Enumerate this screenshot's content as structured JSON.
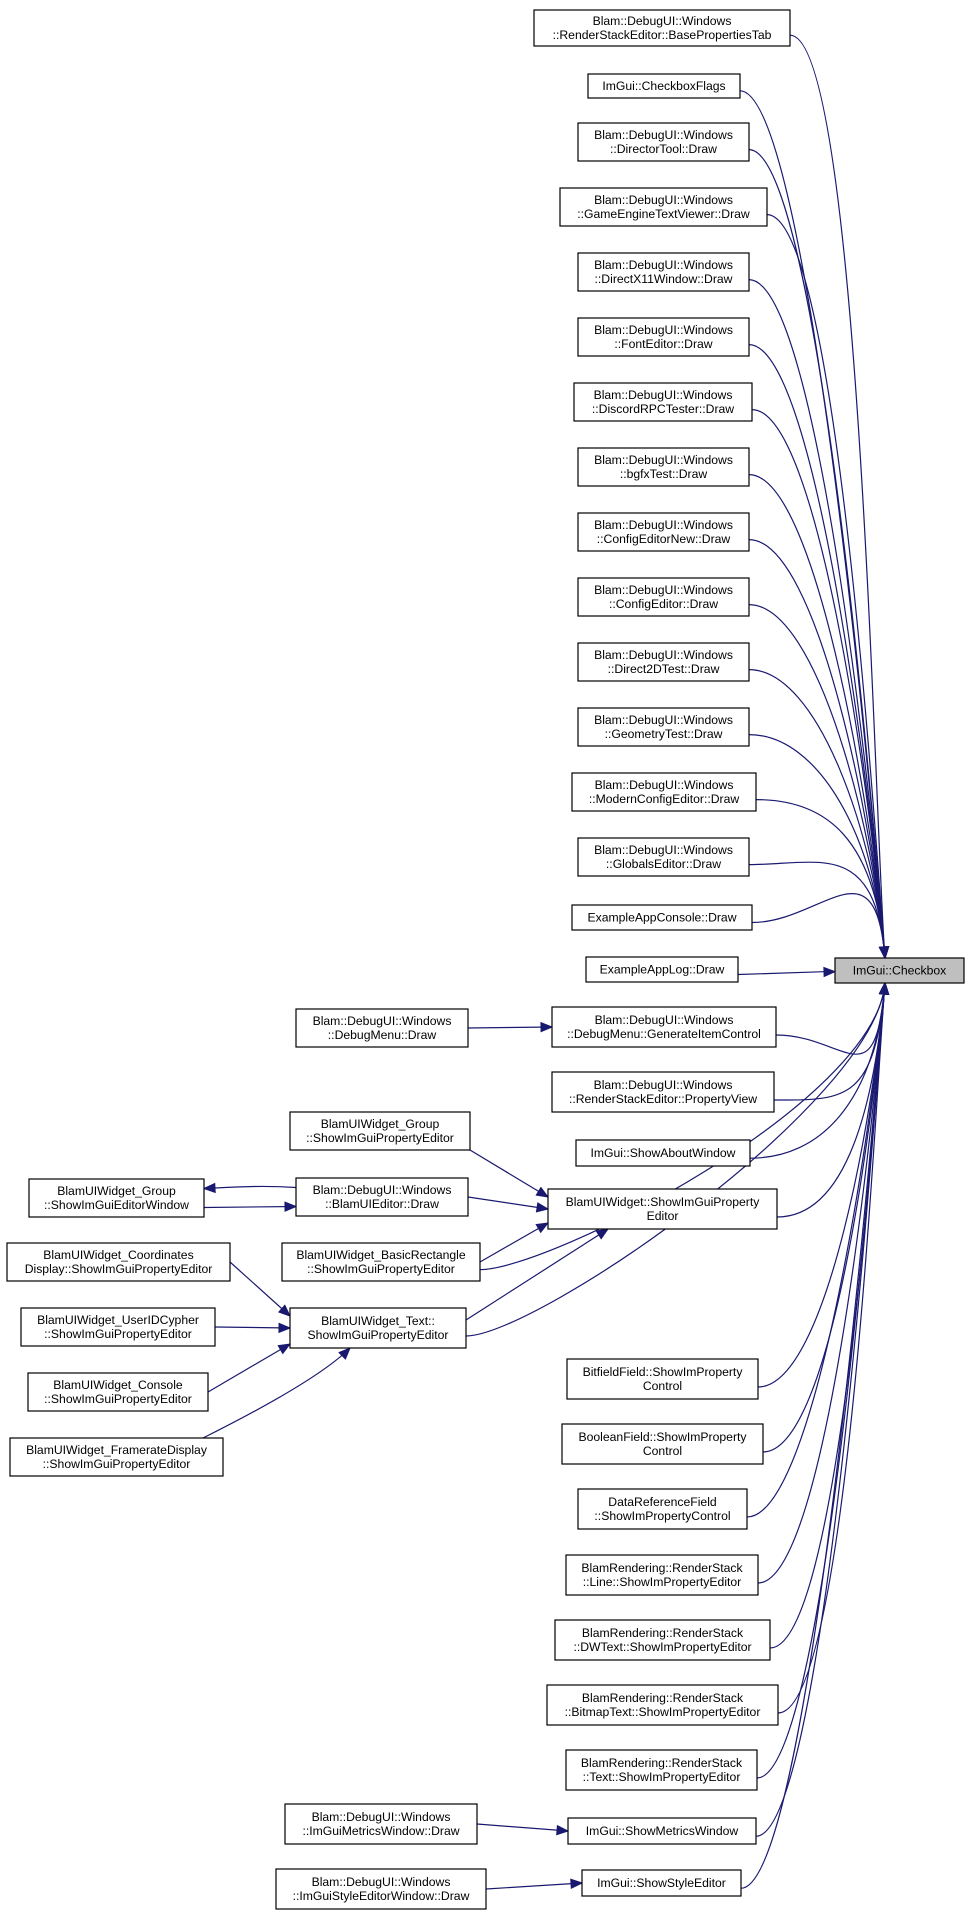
{
  "graph": {
    "target": {
      "id": "cb",
      "lines": [
        "ImGui::Checkbox"
      ]
    },
    "nodes": [
      {
        "id": "n1",
        "lines": [
          "Blam::DebugUI::Windows",
          "::RenderStackEditor::BasePropertiesTab"
        ]
      },
      {
        "id": "n2",
        "lines": [
          "ImGui::CheckboxFlags"
        ]
      },
      {
        "id": "n3",
        "lines": [
          "Blam::DebugUI::Windows",
          "::DirectorTool::Draw"
        ]
      },
      {
        "id": "n4",
        "lines": [
          "Blam::DebugUI::Windows",
          "::GameEngineTextViewer::Draw"
        ]
      },
      {
        "id": "n5",
        "lines": [
          "Blam::DebugUI::Windows",
          "::DirectX11Window::Draw"
        ]
      },
      {
        "id": "n6",
        "lines": [
          "Blam::DebugUI::Windows",
          "::FontEditor::Draw"
        ]
      },
      {
        "id": "n7",
        "lines": [
          "Blam::DebugUI::Windows",
          "::DiscordRPCTester::Draw"
        ]
      },
      {
        "id": "n8",
        "lines": [
          "Blam::DebugUI::Windows",
          "::bgfxTest::Draw"
        ]
      },
      {
        "id": "n9",
        "lines": [
          "Blam::DebugUI::Windows",
          "::ConfigEditorNew::Draw"
        ]
      },
      {
        "id": "n10",
        "lines": [
          "Blam::DebugUI::Windows",
          "::ConfigEditor::Draw"
        ]
      },
      {
        "id": "n11",
        "lines": [
          "Blam::DebugUI::Windows",
          "::Direct2DTest::Draw"
        ]
      },
      {
        "id": "n12",
        "lines": [
          "Blam::DebugUI::Windows",
          "::GeometryTest::Draw"
        ]
      },
      {
        "id": "n13",
        "lines": [
          "Blam::DebugUI::Windows",
          "::ModernConfigEditor::Draw"
        ]
      },
      {
        "id": "n14",
        "lines": [
          "Blam::DebugUI::Windows",
          "::GlobalsEditor::Draw"
        ]
      },
      {
        "id": "n15",
        "lines": [
          "ExampleAppConsole::Draw"
        ]
      },
      {
        "id": "n16",
        "lines": [
          "ExampleAppLog::Draw"
        ]
      },
      {
        "id": "n17",
        "lines": [
          "Blam::DebugUI::Windows",
          "::DebugMenu::GenerateItemControl"
        ]
      },
      {
        "id": "n18",
        "lines": [
          "Blam::DebugUI::Windows",
          "::DebugMenu::Draw"
        ]
      },
      {
        "id": "n19",
        "lines": [
          "Blam::DebugUI::Windows",
          "::RenderStackEditor::PropertyView"
        ]
      },
      {
        "id": "n20",
        "lines": [
          "ImGui::ShowAboutWindow"
        ]
      },
      {
        "id": "n21",
        "lines": [
          "BlamUIWidget_Group",
          "::ShowImGuiPropertyEditor"
        ]
      },
      {
        "id": "n22",
        "lines": [
          "BlamUIWidget::ShowImGuiProperty",
          "Editor"
        ]
      },
      {
        "id": "n23",
        "lines": [
          "Blam::DebugUI::Windows",
          "::BlamUIEditor::Draw"
        ]
      },
      {
        "id": "n24",
        "lines": [
          "BlamUIWidget_Group",
          "::ShowImGuiEditorWindow"
        ]
      },
      {
        "id": "n25",
        "lines": [
          "BlamUIWidget_BasicRectangle",
          "::ShowImGuiPropertyEditor"
        ]
      },
      {
        "id": "n26",
        "lines": [
          "BlamUIWidget_Text::",
          "ShowImGuiPropertyEditor"
        ]
      },
      {
        "id": "n27",
        "lines": [
          "BlamUIWidget_Coordinates",
          "Display::ShowImGuiPropertyEditor"
        ]
      },
      {
        "id": "n28",
        "lines": [
          "BlamUIWidget_UserIDCypher",
          "::ShowImGuiPropertyEditor"
        ]
      },
      {
        "id": "n29",
        "lines": [
          "BlamUIWidget_Console",
          "::ShowImGuiPropertyEditor"
        ]
      },
      {
        "id": "n30",
        "lines": [
          "BlamUIWidget_FramerateDisplay",
          "::ShowImGuiPropertyEditor"
        ]
      },
      {
        "id": "n31",
        "lines": [
          "BitfieldField::ShowImProperty",
          "Control"
        ]
      },
      {
        "id": "n32",
        "lines": [
          "BooleanField::ShowImProperty",
          "Control"
        ]
      },
      {
        "id": "n33",
        "lines": [
          "DataReferenceField",
          "::ShowImPropertyControl"
        ]
      },
      {
        "id": "n34",
        "lines": [
          "BlamRendering::RenderStack",
          "::Line::ShowImPropertyEditor"
        ]
      },
      {
        "id": "n35",
        "lines": [
          "BlamRendering::RenderStack",
          "::DWText::ShowImPropertyEditor"
        ]
      },
      {
        "id": "n36",
        "lines": [
          "BlamRendering::RenderStack",
          "::BitmapText::ShowImPropertyEditor"
        ]
      },
      {
        "id": "n37",
        "lines": [
          "BlamRendering::RenderStack",
          "::Text::ShowImPropertyEditor"
        ]
      },
      {
        "id": "n38",
        "lines": [
          "ImGui::ShowMetricsWindow"
        ]
      },
      {
        "id": "n39",
        "lines": [
          "Blam::DebugUI::Windows",
          "::ImGuiMetricsWindow::Draw"
        ]
      },
      {
        "id": "n40",
        "lines": [
          "ImGui::ShowStyleEditor"
        ]
      },
      {
        "id": "n41",
        "lines": [
          "Blam::DebugUI::Windows",
          "::ImGuiStyleEditorWindow::Draw"
        ]
      }
    ],
    "edges": [
      [
        "n1",
        "cb"
      ],
      [
        "n2",
        "cb"
      ],
      [
        "n3",
        "cb"
      ],
      [
        "n4",
        "cb"
      ],
      [
        "n5",
        "cb"
      ],
      [
        "n6",
        "cb"
      ],
      [
        "n7",
        "cb"
      ],
      [
        "n8",
        "cb"
      ],
      [
        "n9",
        "cb"
      ],
      [
        "n10",
        "cb"
      ],
      [
        "n11",
        "cb"
      ],
      [
        "n12",
        "cb"
      ],
      [
        "n13",
        "cb"
      ],
      [
        "n14",
        "cb"
      ],
      [
        "n15",
        "cb"
      ],
      [
        "n16",
        "cb"
      ],
      [
        "n17",
        "cb"
      ],
      [
        "n19",
        "cb"
      ],
      [
        "n20",
        "cb"
      ],
      [
        "n22",
        "cb"
      ],
      [
        "n25",
        "cb"
      ],
      [
        "n26",
        "cb"
      ],
      [
        "n31",
        "cb"
      ],
      [
        "n32",
        "cb"
      ],
      [
        "n33",
        "cb"
      ],
      [
        "n34",
        "cb"
      ],
      [
        "n35",
        "cb"
      ],
      [
        "n36",
        "cb"
      ],
      [
        "n37",
        "cb"
      ],
      [
        "n38",
        "cb"
      ],
      [
        "n40",
        "cb"
      ],
      [
        "n18",
        "n17"
      ],
      [
        "n21",
        "n22"
      ],
      [
        "n23",
        "n22"
      ],
      [
        "n25",
        "n22"
      ],
      [
        "n26",
        "n22"
      ],
      [
        "n23",
        "n24"
      ],
      [
        "n24",
        "n23"
      ],
      [
        "n27",
        "n26"
      ],
      [
        "n28",
        "n26"
      ],
      [
        "n29",
        "n26"
      ],
      [
        "n30",
        "n26"
      ],
      [
        "n39",
        "n38"
      ],
      [
        "n41",
        "n40"
      ]
    ],
    "colors": {
      "edge": "#191970",
      "target_fill": "#bfbfbf",
      "node_border": "#000000"
    }
  }
}
